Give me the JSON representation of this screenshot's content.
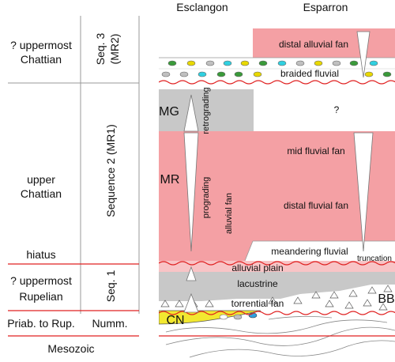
{
  "columns": {
    "left_site": "Esclangon",
    "right_site": "Esparron"
  },
  "stages": [
    {
      "line1": "? uppermost",
      "line2": "Chattian",
      "sequence_a": "Seq. 3",
      "sequence_b": "(MR2)"
    },
    {
      "line1": "upper",
      "line2": "Chattian",
      "sequence_a": "Sequence 2 (MR1)"
    },
    {
      "line1": "hiatus"
    },
    {
      "line1": "? uppermost",
      "line2": "Rupelian",
      "sequence_a": "Seq. 1"
    },
    {
      "line1": "Priab. to Rup.",
      "sequence_a": "Numm."
    },
    {
      "line1": "Mesozoic"
    }
  ],
  "units": {
    "distal_alluvial_fan": "distal  alluvial fan",
    "braided_fluvial": "braided fluvial",
    "mg": "MG",
    "retrograding": "retrograding",
    "unknown": "?",
    "mid_fluvial_fan": "mid fluvial fan",
    "mr": "MR",
    "prograding": "prograding",
    "alluvial_fan": "alluvial fan",
    "distal_fluvial_fan": "distal fluvial fan",
    "meandering_fluvial": "meandering fluvial",
    "truncation": "truncation",
    "alluvial_plain": "alluvial plain",
    "lacustrine": "lacustrine",
    "torrential_fan": "torrential fan",
    "bb": "BB",
    "cn": "CN"
  },
  "colors": {
    "alluvial_pink": "#f4a0a4",
    "light_pink": "#f8c4c6",
    "grey": "#c8c8c8",
    "unconformity_red": "#e02020",
    "cn_yellow": "#f2e830",
    "pebble_green": "#3a9a3a",
    "pebble_yellow": "#e8d800",
    "pebble_cyan": "#30d0e0",
    "pebble_grey": "#c0c0c0"
  }
}
